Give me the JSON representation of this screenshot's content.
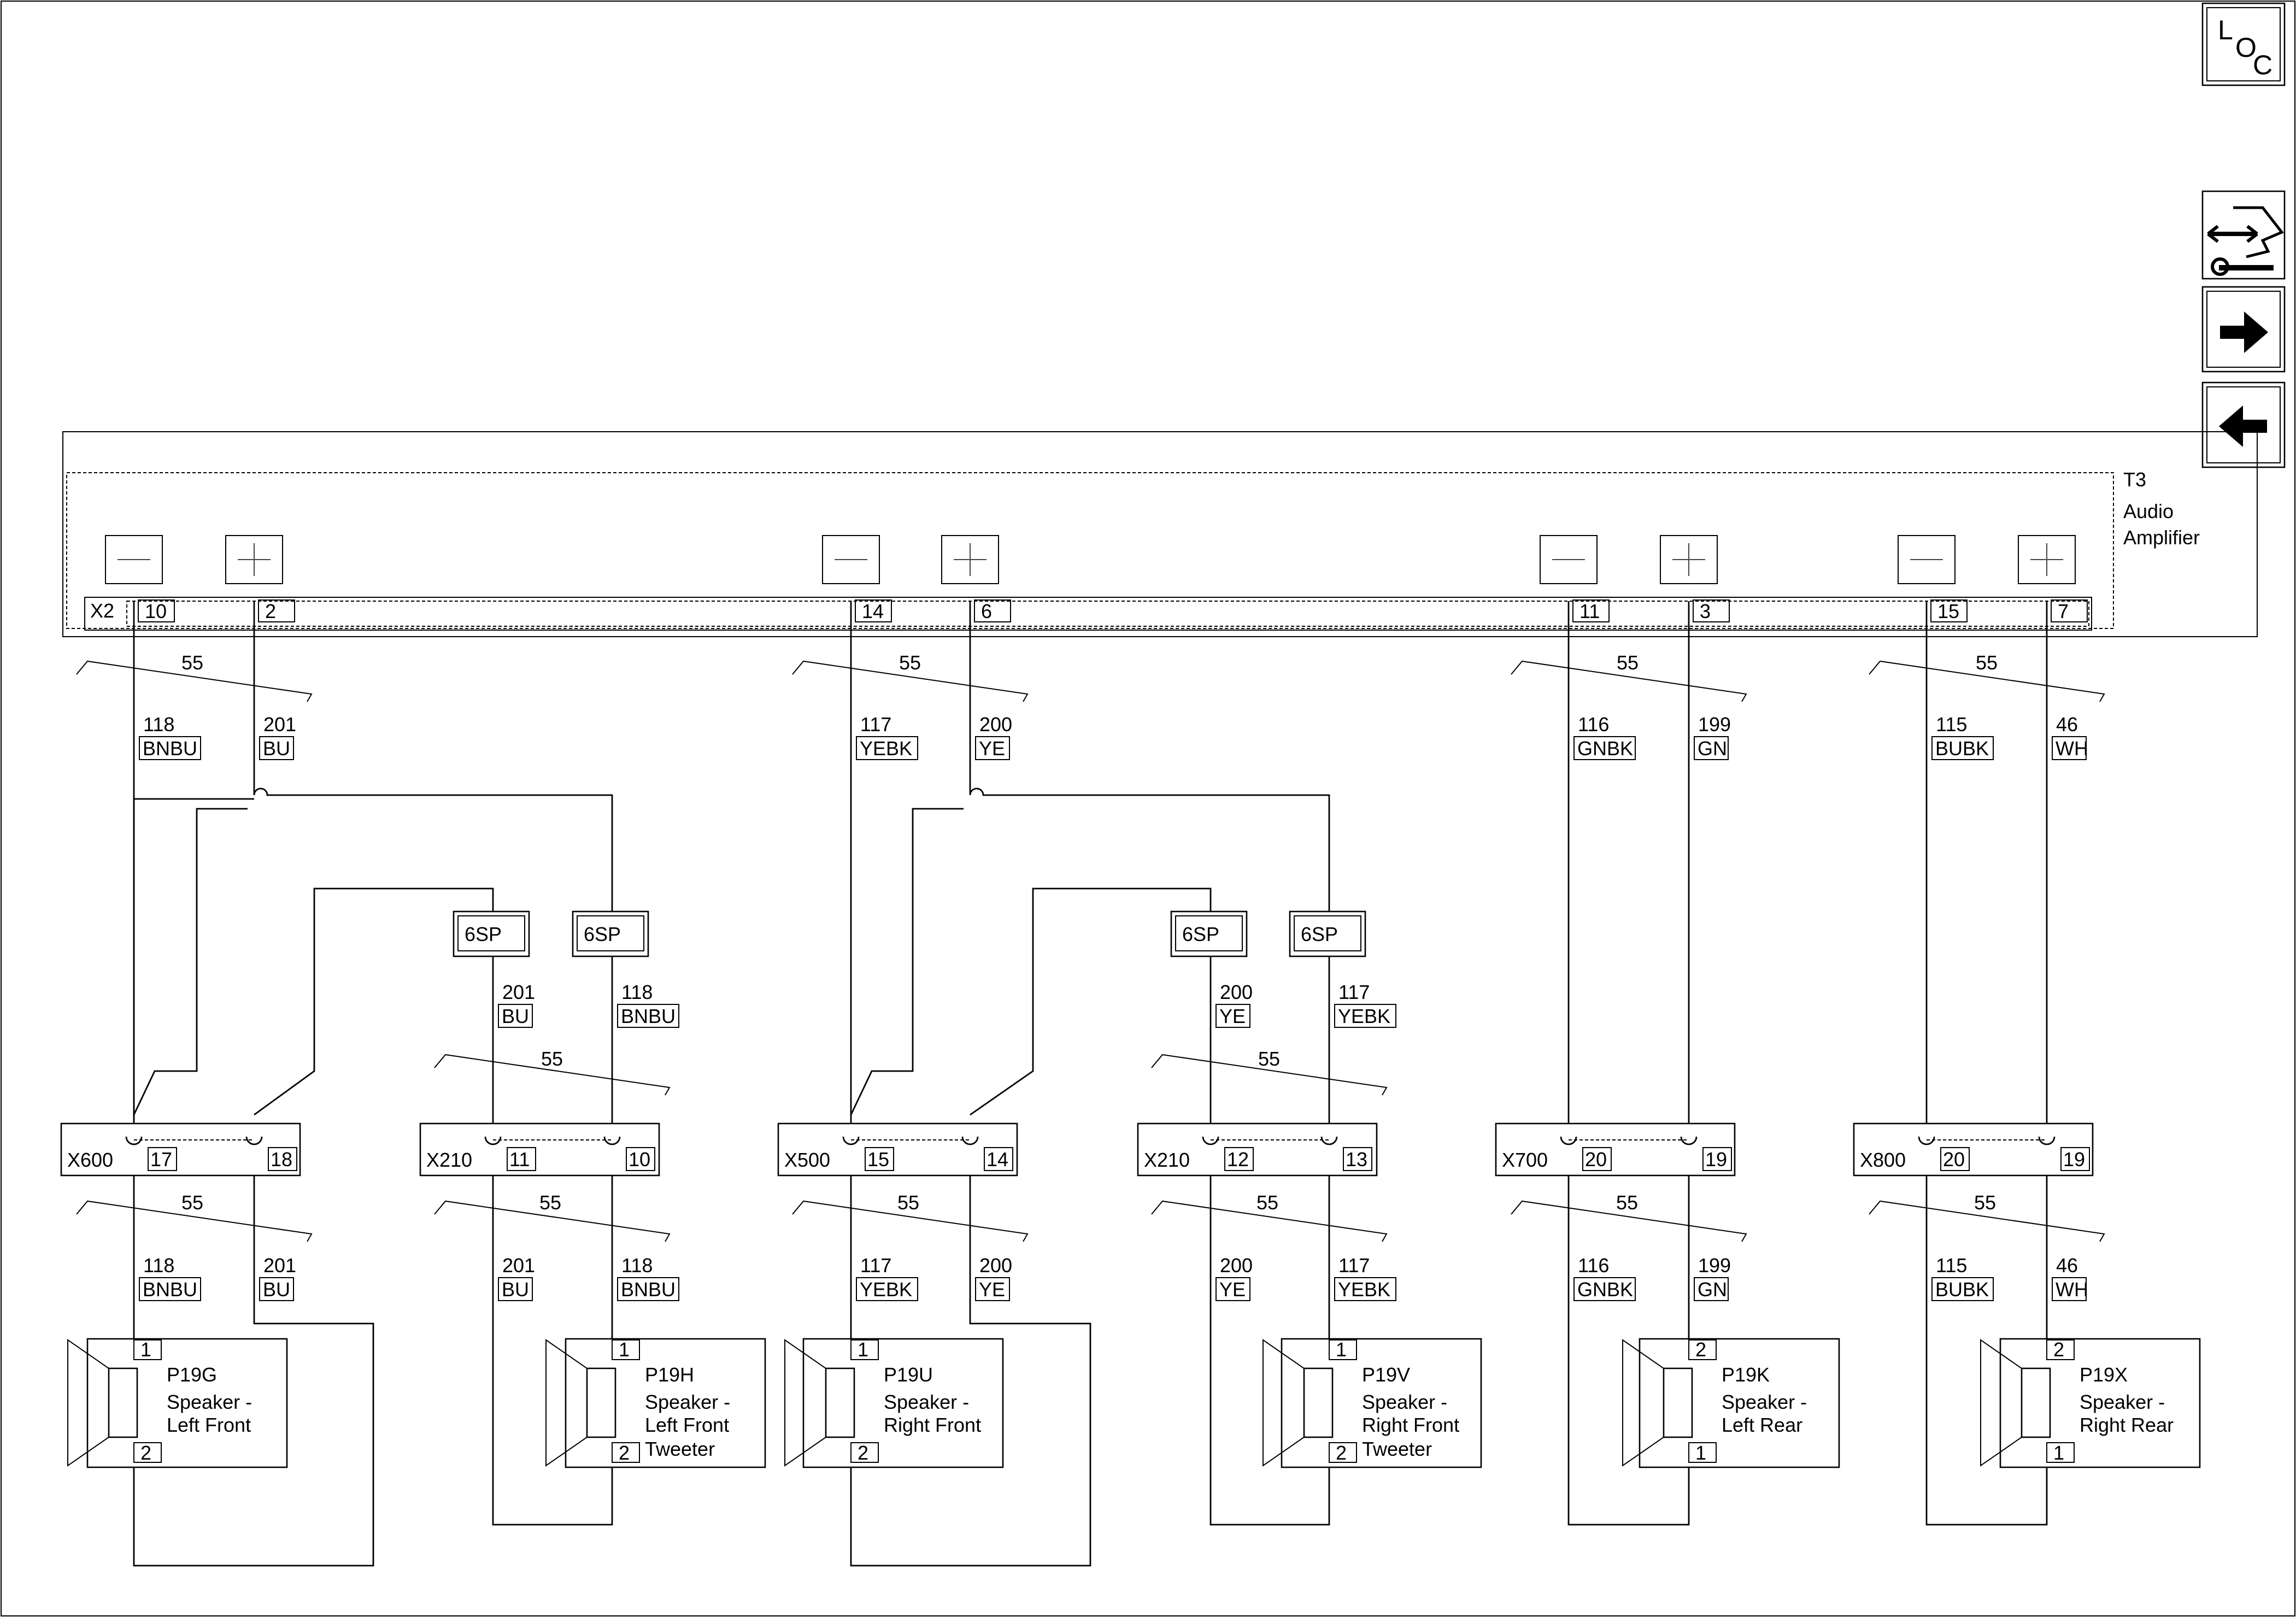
{
  "nav": {
    "loc_letters": [
      "L",
      "O",
      "C"
    ]
  },
  "amplifier": {
    "ref": "T3",
    "name_line1": "Audio",
    "name_line2": "Amplifier",
    "connector": "X2",
    "pins": [
      "10",
      "2",
      "14",
      "6",
      "11",
      "3",
      "15",
      "7"
    ],
    "terminal_signs": [
      "—",
      "+",
      "—",
      "+",
      "—",
      "+",
      "—",
      "+"
    ]
  },
  "harness_tag": "55",
  "upper_wires": [
    {
      "circuit": "118",
      "color": "BNBU"
    },
    {
      "circuit": "201",
      "color": "BU"
    },
    {
      "circuit": "117",
      "color": "YEBK"
    },
    {
      "circuit": "200",
      "color": "YE"
    },
    {
      "circuit": "116",
      "color": "GNBK"
    },
    {
      "circuit": "199",
      "color": "GN"
    },
    {
      "circuit": "115",
      "color": "BUBK"
    },
    {
      "circuit": "46",
      "color": "WH"
    }
  ],
  "splices": [
    {
      "label": "6SP",
      "circuit": "201",
      "color": "BU"
    },
    {
      "label": "6SP",
      "circuit": "118",
      "color": "BNBU"
    },
    {
      "label": "6SP",
      "circuit": "200",
      "color": "YE"
    },
    {
      "label": "6SP",
      "circuit": "117",
      "color": "YEBK"
    }
  ],
  "inline_connectors": [
    {
      "name": "X600",
      "pins": [
        "17",
        "18"
      ]
    },
    {
      "name": "X210",
      "pins": [
        "11",
        "10"
      ]
    },
    {
      "name": "X500",
      "pins": [
        "15",
        "14"
      ]
    },
    {
      "name": "X210",
      "pins": [
        "12",
        "13"
      ]
    },
    {
      "name": "X700",
      "pins": [
        "20",
        "19"
      ]
    },
    {
      "name": "X800",
      "pins": [
        "20",
        "19"
      ]
    }
  ],
  "lower_wires": [
    {
      "circuit": "118",
      "color": "BNBU"
    },
    {
      "circuit": "201",
      "color": "BU"
    },
    {
      "circuit": "201",
      "color": "BU"
    },
    {
      "circuit": "118",
      "color": "BNBU"
    },
    {
      "circuit": "117",
      "color": "YEBK"
    },
    {
      "circuit": "200",
      "color": "YE"
    },
    {
      "circuit": "200",
      "color": "YE"
    },
    {
      "circuit": "117",
      "color": "YEBK"
    },
    {
      "circuit": "116",
      "color": "GNBK"
    },
    {
      "circuit": "199",
      "color": "GN"
    },
    {
      "circuit": "115",
      "color": "BUBK"
    },
    {
      "circuit": "46",
      "color": "WH"
    }
  ],
  "speakers": [
    {
      "ref": "P19G",
      "line1": "Speaker -",
      "line2": "Left Front",
      "line3": "",
      "top_pin": "1",
      "bottom_pin": "2"
    },
    {
      "ref": "P19H",
      "line1": "Speaker -",
      "line2": "Left Front",
      "line3": "Tweeter",
      "top_pin": "1",
      "bottom_pin": "2"
    },
    {
      "ref": "P19U",
      "line1": "Speaker -",
      "line2": "Right Front",
      "line3": "",
      "top_pin": "1",
      "bottom_pin": "2"
    },
    {
      "ref": "P19V",
      "line1": "Speaker -",
      "line2": "Right Front",
      "line3": "Tweeter",
      "top_pin": "1",
      "bottom_pin": "2"
    },
    {
      "ref": "P19K",
      "line1": "Speaker -",
      "line2": "Left Rear",
      "line3": "",
      "top_pin": "2",
      "bottom_pin": "1"
    },
    {
      "ref": "P19X",
      "line1": "Speaker -",
      "line2": "Right Rear",
      "line3": "",
      "top_pin": "2",
      "bottom_pin": "1"
    }
  ]
}
